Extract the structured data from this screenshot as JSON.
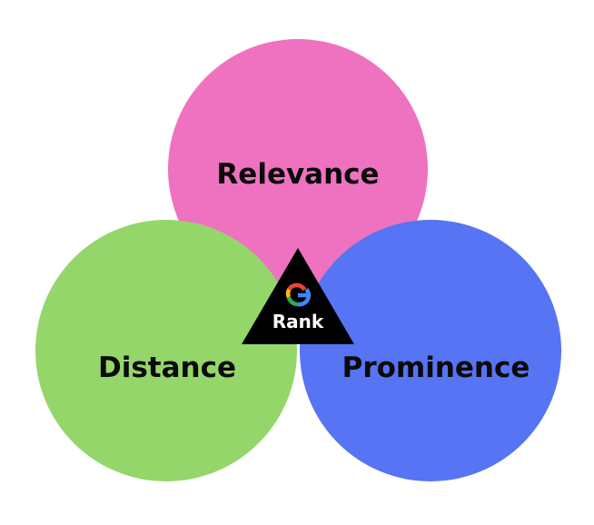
{
  "diagram": {
    "circles": [
      {
        "label": "Relevance",
        "color": "#ee72c0"
      },
      {
        "label": "Distance",
        "color": "#95d66a"
      },
      {
        "label": "Prominence",
        "color": "#5674f4"
      }
    ],
    "center": {
      "label": "Rank",
      "icon": "google-g-icon",
      "triangle_color": "#000000",
      "icon_colors": {
        "blue": "#4285f4",
        "red": "#ea4335",
        "yellow": "#fbbc05",
        "green": "#34a853"
      }
    }
  }
}
